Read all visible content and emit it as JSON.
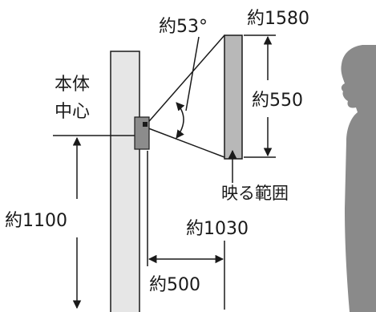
{
  "labels": {
    "angle": "約53°",
    "top_height": "約1580",
    "range_height": "約550",
    "body_center_line1": "本体",
    "body_center_line2": "中心",
    "mount_height": "約1100",
    "visible_range": "映る範囲",
    "distance_to_range": "約1030",
    "distance_to_wall": "約500"
  },
  "colors": {
    "wall": "#e6e6e6",
    "range": "#b8b8b8",
    "device": "#8c8c8c",
    "person": "#8a8a8a",
    "line": "#1a1a1a"
  }
}
